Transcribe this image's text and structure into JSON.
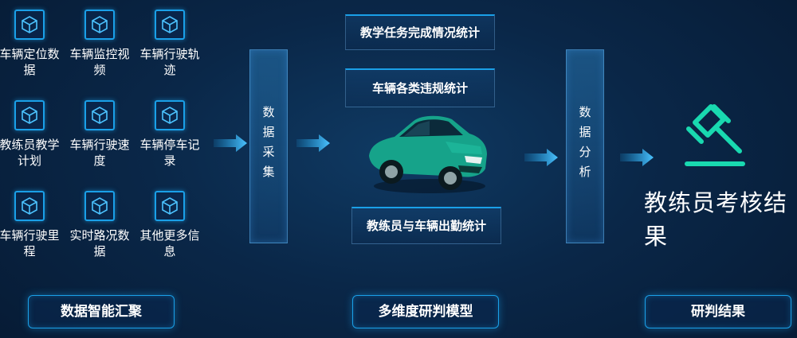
{
  "sources": [
    {
      "label": "车辆定位数据",
      "icon": "cube-icon"
    },
    {
      "label": "车辆监控视频",
      "icon": "cube-icon"
    },
    {
      "label": "车辆行驶轨迹",
      "icon": "cube-icon"
    },
    {
      "label": "教练员教学计划",
      "icon": "cube-icon"
    },
    {
      "label": "车辆行驶速度",
      "icon": "cube-icon"
    },
    {
      "label": "车辆停车记录",
      "icon": "cube-icon"
    },
    {
      "label": "车辆行驶里程",
      "icon": "cube-icon"
    },
    {
      "label": "实时路况数据",
      "icon": "cube-icon"
    },
    {
      "label": "其他更多信息",
      "icon": "cube-icon"
    }
  ],
  "collect_bar": "数据采集",
  "analysis_bar": "数据分析",
  "stats": {
    "teaching": "教学任务完成情况统计",
    "violation": "车辆各类违规统计",
    "attendance": "教练员与车辆出勤统计"
  },
  "result_text": "教练员考核结果",
  "categories": {
    "left": "数据智能汇聚",
    "middle": "多维度研判模型",
    "right": "研判结果"
  },
  "colors": {
    "accent": "#1aa0e8",
    "icon_green": "#19d9b0",
    "car": "#16a38a"
  }
}
